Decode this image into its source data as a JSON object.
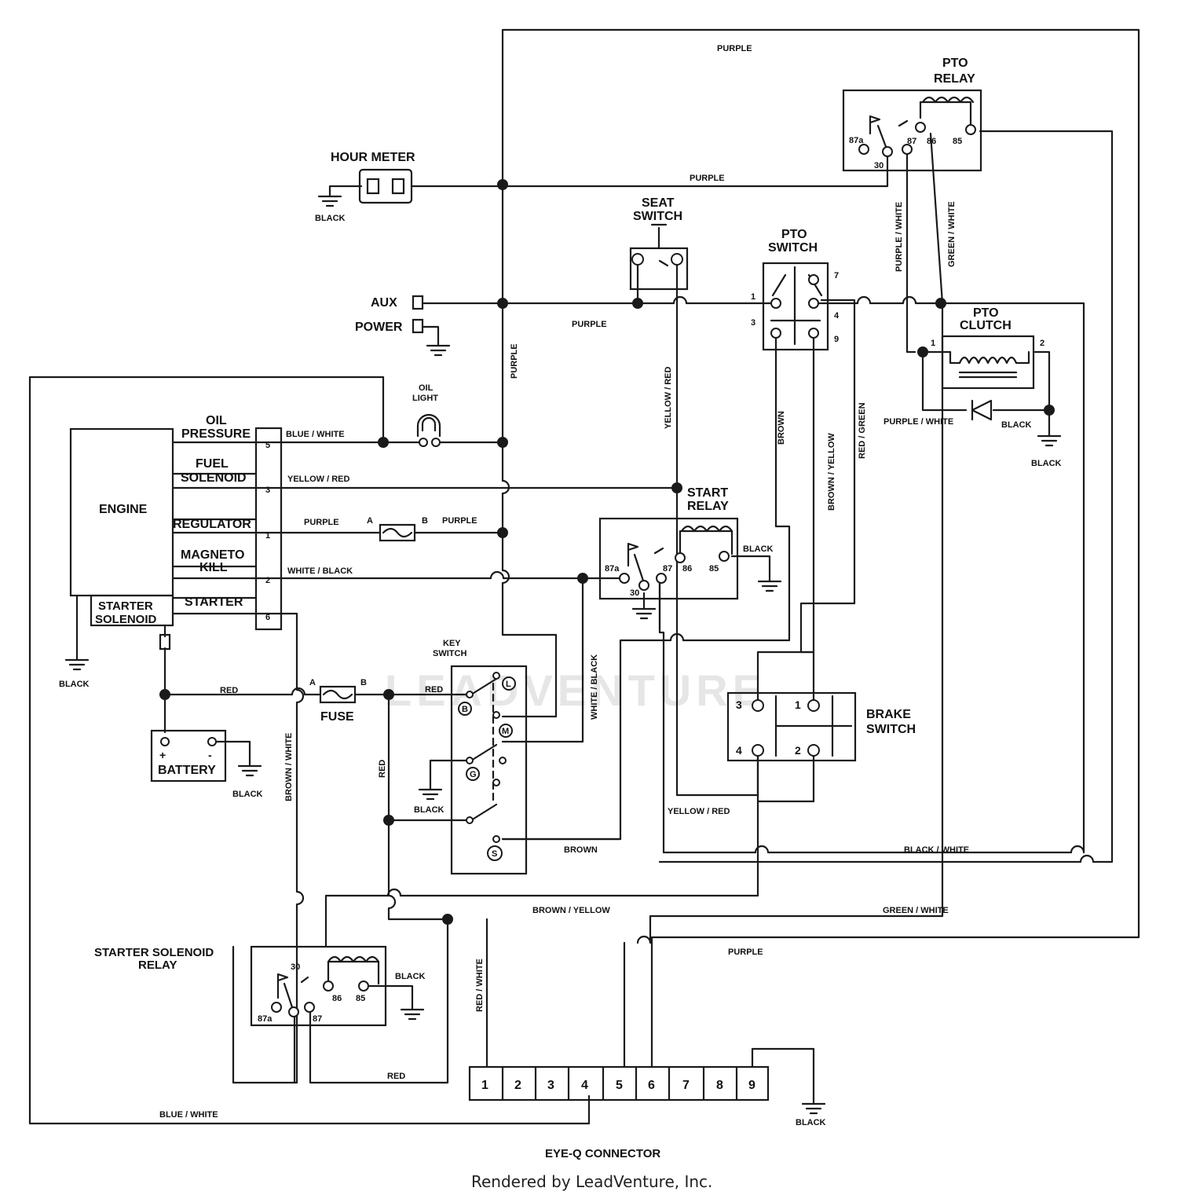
{
  "colors": {
    "ink": "#1a1a1a",
    "background": "#ffffff",
    "watermark": "#e6e6e6"
  },
  "components": {
    "hour_meter": "HOUR METER",
    "pto_relay_1": "PTO",
    "pto_relay_2": "RELAY",
    "seat_switch_1": "SEAT",
    "seat_switch_2": "SWITCH",
    "pto_switch_1": "PTO",
    "pto_switch_2": "SWITCH",
    "pto_clutch_1": "PTO",
    "pto_clutch_2": "CLUTCH",
    "aux": "AUX",
    "power": "POWER",
    "engine": "ENGINE",
    "oil_pressure_1": "OIL",
    "oil_pressure_2": "PRESSURE",
    "fuel_solenoid_1": "FUEL",
    "fuel_solenoid_2": "SOLENOID",
    "regulator": "REGULATOR",
    "magneto_kill_1": "MAGNETO",
    "magneto_kill_2": "KILL",
    "starter": "STARTER",
    "starter_solenoid_1": "STARTER",
    "starter_solenoid_2": "SOLENOID",
    "oil_light_1": "OIL",
    "oil_light_2": "LIGHT",
    "start_relay_1": "START",
    "start_relay_2": "RELAY",
    "key_switch_1": "KEY",
    "key_switch_2": "SWITCH",
    "fuse": "FUSE",
    "battery": "BATTERY",
    "brake_switch_1": "BRAKE",
    "brake_switch_2": "SWITCH",
    "starter_solenoid_relay_1": "STARTER SOLENOID",
    "starter_solenoid_relay_2": "RELAY",
    "eye_q_connector": "EYE-Q CONNECTOR"
  },
  "wires": {
    "purple_top": "PURPLE",
    "purple_hour": "PURPLE",
    "purple_aux": "PURPLE",
    "purple_vertical": "PURPLE",
    "purple_reg": "PURPLE",
    "purple_reg_b": "PURPLE",
    "purple_bottom": "PURPLE",
    "purple_white_relay": "PURPLE / WHITE",
    "purple_white_clutch": "PURPLE / WHITE",
    "green_white_relay": "GREEN / WHITE",
    "green_white_bottom": "GREEN / WHITE",
    "yellow_red_seat": "YELLOW / RED",
    "yellow_red_fuel": "YELLOW / RED",
    "yellow_red_bottom": "YELLOW / RED",
    "blue_white_oil": "BLUE / WHITE",
    "blue_white_bottom": "BLUE / WHITE",
    "white_black_mag": "WHITE / BLACK",
    "white_black_key": "WHITE / BLACK",
    "brown_pto": "BROWN",
    "brown_key": "BROWN",
    "brown_yellow_pto": "BROWN / YELLOW",
    "brown_yellow_bottom": "BROWN / YELLOW",
    "red_green": "RED / GREEN",
    "red_batt": "RED",
    "red_key": "RED",
    "red_vertical": "RED",
    "red_ssr": "RED",
    "red_white": "RED / WHITE",
    "brown_white": "BROWN / WHITE",
    "black_white": "BLACK / WHITE",
    "black_hour": "BLACK",
    "black_clutch": "BLACK",
    "black_clutch_gnd": "BLACK",
    "black_start": "BLACK",
    "black_engine": "BLACK",
    "black_battery": "BLACK",
    "black_key": "BLACK",
    "black_ssr": "BLACK",
    "black_eyeq": "BLACK"
  },
  "pins": {
    "engine_5": "5",
    "engine_3": "3",
    "engine_1": "1",
    "engine_2": "2",
    "engine_6": "6",
    "pto_sw_1": "1",
    "pto_sw_3": "3",
    "pto_sw_7": "7",
    "pto_sw_4": "4",
    "pto_sw_9": "9",
    "clutch_1": "1",
    "clutch_2": "2",
    "brake_3": "3",
    "brake_1": "1",
    "brake_4": "4",
    "brake_2": "2",
    "relay_87a": "87a",
    "relay_30": "30",
    "relay_87": "87",
    "relay_86": "86",
    "relay_85": "85",
    "fuse_a": "A",
    "fuse_b": "B",
    "key_b": "B",
    "key_l": "L",
    "key_m": "M",
    "key_g": "G",
    "key_s": "S",
    "batt_plus": "+",
    "batt_minus": "-",
    "connector": [
      "1",
      "2",
      "3",
      "4",
      "5",
      "6",
      "7",
      "8",
      "9"
    ]
  },
  "watermark": "LEADVENTURE",
  "footer": "Rendered by LeadVenture, Inc."
}
